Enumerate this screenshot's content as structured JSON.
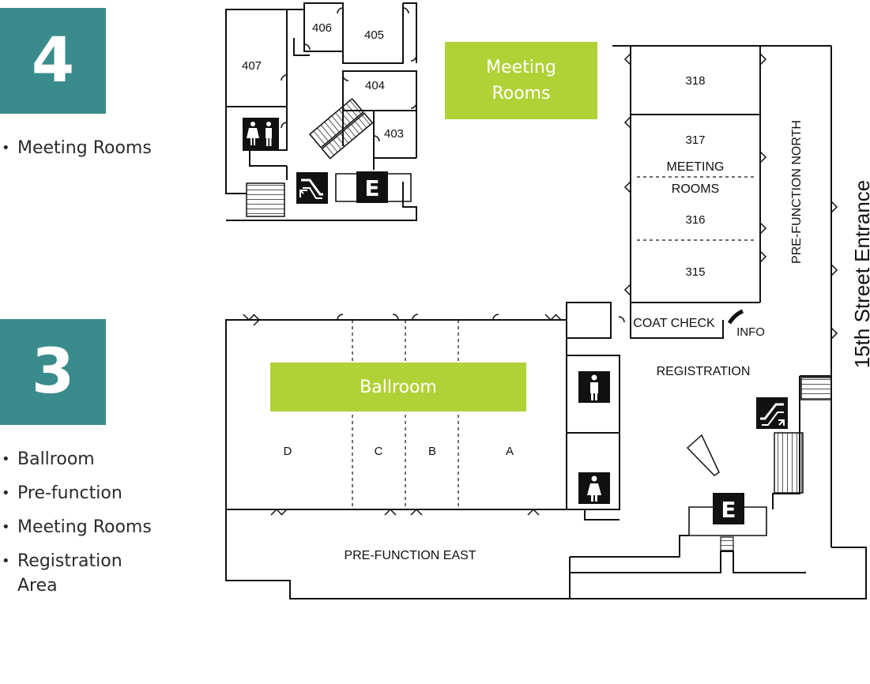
{
  "floors": [
    {
      "number": "4",
      "legend": [
        "Meeting Rooms"
      ]
    },
    {
      "number": "3",
      "legend": [
        "Ballroom",
        "Pre-function",
        "Meeting Rooms",
        "Registration Area"
      ]
    }
  ],
  "colors": {
    "badge": "#3a8c8c",
    "highlight": "#b0d236",
    "lines": "#111111"
  },
  "map": {
    "highlights": {
      "meeting_line1": "Meeting",
      "meeting_line2": "Rooms",
      "ballroom": "Ballroom"
    },
    "rooms": {
      "r407": "407",
      "r406": "406",
      "r405": "405",
      "r404": "404",
      "r403": "403",
      "r318": "318",
      "r317": "317",
      "r316": "316",
      "r315": "315",
      "meeting_label_1": "MEETING",
      "meeting_label_2": "ROOMS",
      "ball_d": "D",
      "ball_c": "C",
      "ball_b": "B",
      "ball_a": "A"
    },
    "areas": {
      "coat_check": "COAT CHECK",
      "info": "INFO",
      "registration": "REGISTRATION",
      "prefunction_north": "PRE-FUNCTION NORTH",
      "prefunction_east": "PRE-FUNCTION EAST",
      "entrance": "15th Street Entrance"
    },
    "icons": {
      "elevator_label": "E",
      "restroom_icon": "restroom-icon",
      "escalator_icon": "escalator-icon"
    }
  }
}
